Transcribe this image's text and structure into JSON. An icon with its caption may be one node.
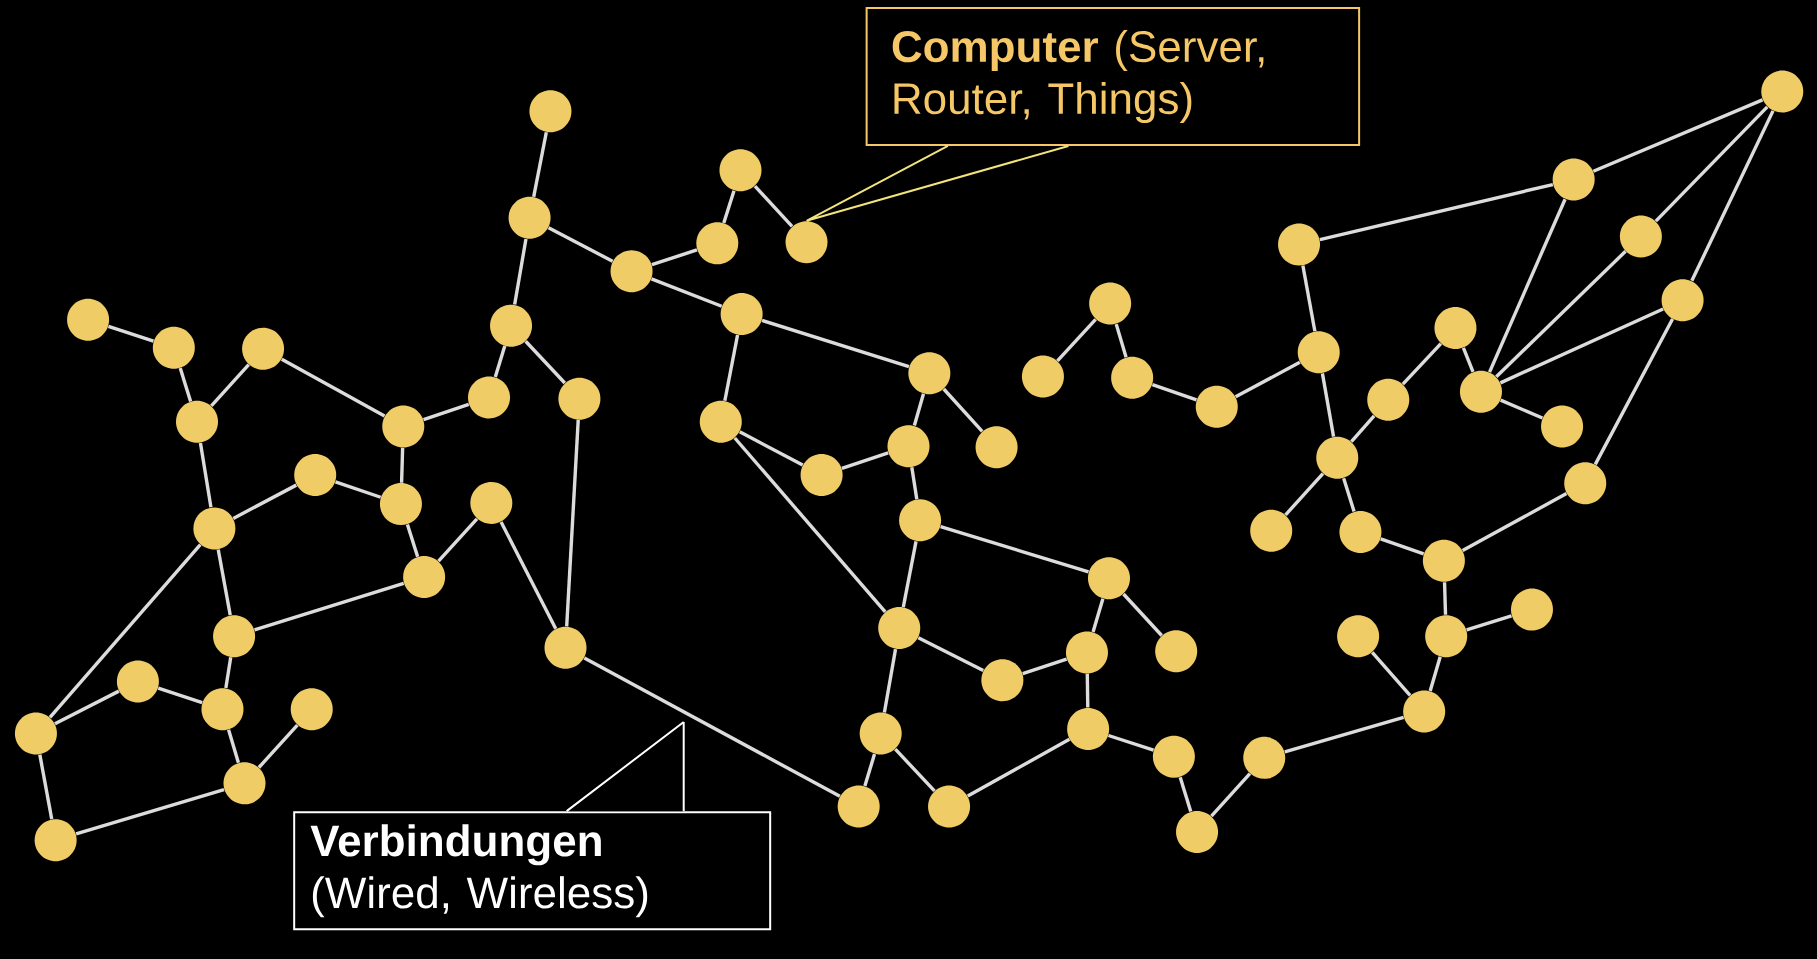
{
  "diagram": {
    "nodes": [
      {
        "text": [],
        "shape": "circle"
      },
      {
        "text": [],
        "shape": "circle"
      },
      {
        "text": [],
        "shape": "circle"
      },
      {
        "text": [],
        "shape": "circle"
      },
      {
        "text": [],
        "shape": "circle"
      },
      {
        "text": [],
        "shape": "circle"
      },
      {
        "text": [],
        "shape": "circle"
      },
      {
        "text": [],
        "shape": "circle"
      },
      {
        "text": [],
        "shape": "circle"
      },
      {
        "text": [],
        "shape": "circle"
      },
      {
        "text": [],
        "shape": "circle"
      },
      {
        "text": [],
        "shape": "circle"
      },
      {
        "text": [],
        "shape": "circle"
      },
      {
        "text": [],
        "shape": "circle"
      },
      {
        "text": [],
        "shape": "circle"
      },
      {
        "text": [],
        "shape": "circle"
      },
      {
        "text": [],
        "shape": "circle"
      },
      {
        "text": [],
        "shape": "circle"
      },
      {
        "text": [],
        "shape": "circle"
      },
      {
        "text": [],
        "shape": "circle"
      },
      {
        "text": [],
        "shape": "circle"
      },
      {
        "text": [],
        "shape": "circle"
      },
      {
        "text": [],
        "shape": "circle"
      },
      {
        "text": [],
        "shape": "circle"
      },
      {
        "text": [],
        "shape": "circle"
      },
      {
        "text": [],
        "shape": "circle"
      },
      {
        "text": [],
        "shape": "circle"
      },
      {
        "text": [],
        "shape": "circle"
      },
      {
        "text": [],
        "shape": "circle"
      },
      {
        "text": [],
        "shape": "circle"
      },
      {
        "text": [],
        "shape": "circle"
      },
      {
        "text": [],
        "shape": "circle"
      },
      {
        "text": [],
        "shape": "circle"
      },
      {
        "text": [],
        "shape": "circle"
      },
      {
        "text": [],
        "shape": "circle"
      },
      {
        "text": [],
        "shape": "circle"
      },
      {
        "text": [],
        "shape": "circle"
      },
      {
        "text": [],
        "shape": "circle"
      },
      {
        "text": [],
        "shape": "circle"
      },
      {
        "text": [],
        "shape": "circle"
      },
      {
        "text": [],
        "shape": "circle"
      },
      {
        "text": [],
        "shape": "circle"
      },
      {
        "text": [],
        "shape": "circle"
      },
      {
        "text": [],
        "shape": "circle"
      },
      {
        "text": [],
        "shape": "circle"
      },
      {
        "text": [],
        "shape": "circle"
      },
      {
        "text": [],
        "shape": "circle"
      },
      {
        "text": [],
        "shape": "circle"
      },
      {
        "text": [],
        "shape": "circle"
      },
      {
        "text": [],
        "shape": "circle"
      },
      {
        "text": [],
        "shape": "circle"
      },
      {
        "text": [],
        "shape": "circle"
      },
      {
        "text": [],
        "shape": "circle"
      },
      {
        "text": [],
        "shape": "circle"
      },
      {
        "text": [],
        "shape": "circle"
      },
      {
        "text": [],
        "shape": "circle"
      },
      {
        "text": [],
        "shape": "circle"
      },
      {
        "text": [],
        "shape": "circle"
      },
      {
        "text": [],
        "shape": "circle"
      },
      {
        "text": [],
        "shape": "circle"
      },
      {
        "text": [],
        "shape": "circle"
      },
      {
        "text": [],
        "shape": "circle"
      },
      {
        "text": [],
        "shape": "circle"
      },
      {
        "text": [],
        "shape": "circle"
      },
      {
        "text": [],
        "shape": "circle"
      },
      {
        "text": [],
        "shape": "circle"
      },
      {
        "text": [],
        "shape": "circle"
      },
      {
        "text": [],
        "shape": "circle"
      },
      {
        "text": [],
        "shape": "circle"
      },
      {
        "text": [
          "**Computer** (Server, Router, Things)"
        ]
      },
      {
        "text": [
          "**Verbindungen** (Wired, Wireless)"
        ]
      }
    ],
    "edges": [
      {
        "from": 0,
        "to": 1,
        "arrow": "none"
      },
      {
        "from": 1,
        "to": 2,
        "arrow": "none"
      },
      {
        "from": 1,
        "to": 26,
        "arrow": "none"
      },
      {
        "from": 2,
        "to": 4,
        "arrow": "none"
      },
      {
        "from": 2,
        "to": 3,
        "arrow": "none"
      },
      {
        "from": 4,
        "to": 5,
        "arrow": "none"
      },
      {
        "from": 5,
        "to": 6,
        "arrow": "none"
      },
      {
        "from": 6,
        "to": 9,
        "arrow": "none"
      },
      {
        "from": 7,
        "to": 8,
        "arrow": "none"
      },
      {
        "from": 8,
        "to": 9,
        "arrow": "none"
      },
      {
        "from": 9,
        "to": 12,
        "arrow": "none"
      },
      {
        "from": 5,
        "to": 11,
        "arrow": "none"
      },
      {
        "from": 11,
        "to": 10,
        "arrow": "none"
      },
      {
        "from": 10,
        "to": 12,
        "arrow": "none"
      },
      {
        "from": 11,
        "to": 14,
        "arrow": "none"
      },
      {
        "from": 14,
        "to": 13,
        "arrow": "none"
      },
      {
        "from": 12,
        "to": 15,
        "arrow": "none"
      },
      {
        "from": 15,
        "to": 14,
        "arrow": "none"
      },
      {
        "from": 12,
        "to": 19,
        "arrow": "none"
      },
      {
        "from": 19,
        "to": 16,
        "arrow": "none"
      },
      {
        "from": 16,
        "to": 17,
        "arrow": "none"
      },
      {
        "from": 15,
        "to": 17,
        "arrow": "none"
      },
      {
        "from": 17,
        "to": 20,
        "arrow": "none"
      },
      {
        "from": 20,
        "to": 18,
        "arrow": "none"
      },
      {
        "from": 19,
        "to": 21,
        "arrow": "none"
      },
      {
        "from": 21,
        "to": 20,
        "arrow": "none"
      },
      {
        "from": 13,
        "to": 22,
        "arrow": "none"
      },
      {
        "from": 3,
        "to": 22,
        "arrow": "none"
      },
      {
        "from": 22,
        "to": 41,
        "arrow": "none"
      },
      {
        "from": 26,
        "to": 24,
        "arrow": "none"
      },
      {
        "from": 24,
        "to": 23,
        "arrow": "none"
      },
      {
        "from": 23,
        "to": 25,
        "arrow": "none"
      },
      {
        "from": 26,
        "to": 27,
        "arrow": "none"
      },
      {
        "from": 27,
        "to": 28,
        "arrow": "none"
      },
      {
        "from": 27,
        "to": 29,
        "arrow": "none"
      },
      {
        "from": 29,
        "to": 31,
        "arrow": "none"
      },
      {
        "from": 31,
        "to": 32,
        "arrow": "none"
      },
      {
        "from": 32,
        "to": 28,
        "arrow": "none"
      },
      {
        "from": 28,
        "to": 30,
        "arrow": "none"
      },
      {
        "from": 32,
        "to": 33,
        "arrow": "none"
      },
      {
        "from": 29,
        "to": 35,
        "arrow": "none"
      },
      {
        "from": 33,
        "to": 35,
        "arrow": "none"
      },
      {
        "from": 33,
        "to": 34,
        "arrow": "none"
      },
      {
        "from": 34,
        "to": 37,
        "arrow": "none"
      },
      {
        "from": 34,
        "to": 36,
        "arrow": "none"
      },
      {
        "from": 37,
        "to": 38,
        "arrow": "none"
      },
      {
        "from": 38,
        "to": 35,
        "arrow": "none"
      },
      {
        "from": 35,
        "to": 39,
        "arrow": "none"
      },
      {
        "from": 37,
        "to": 40,
        "arrow": "none"
      },
      {
        "from": 39,
        "to": 41,
        "arrow": "none"
      },
      {
        "from": 39,
        "to": 42,
        "arrow": "none"
      },
      {
        "from": 42,
        "to": 40,
        "arrow": "none"
      },
      {
        "from": 40,
        "to": 43,
        "arrow": "none"
      },
      {
        "from": 43,
        "to": 44,
        "arrow": "none"
      },
      {
        "from": 44,
        "to": 45,
        "arrow": "none"
      },
      {
        "from": 45,
        "to": 68,
        "arrow": "none"
      },
      {
        "from": 51,
        "to": 52,
        "arrow": "none"
      },
      {
        "from": 51,
        "to": 53,
        "arrow": "none"
      },
      {
        "from": 53,
        "to": 54,
        "arrow": "none"
      },
      {
        "from": 54,
        "to": 55,
        "arrow": "none"
      },
      {
        "from": 48,
        "to": 55,
        "arrow": "none"
      },
      {
        "from": 48,
        "to": 47,
        "arrow": "none"
      },
      {
        "from": 47,
        "to": 46,
        "arrow": "none"
      },
      {
        "from": 46,
        "to": 49,
        "arrow": "none"
      },
      {
        "from": 46,
        "to": 50,
        "arrow": "none"
      },
      {
        "from": 47,
        "to": 58,
        "arrow": "none"
      },
      {
        "from": 49,
        "to": 58,
        "arrow": "none"
      },
      {
        "from": 50,
        "to": 58,
        "arrow": "none"
      },
      {
        "from": 56,
        "to": 58,
        "arrow": "none"
      },
      {
        "from": 58,
        "to": 59,
        "arrow": "none"
      },
      {
        "from": 56,
        "to": 57,
        "arrow": "none"
      },
      {
        "from": 57,
        "to": 60,
        "arrow": "none"
      },
      {
        "from": 55,
        "to": 60,
        "arrow": "none"
      },
      {
        "from": 60,
        "to": 62,
        "arrow": "none"
      },
      {
        "from": 60,
        "to": 63,
        "arrow": "none"
      },
      {
        "from": 63,
        "to": 64,
        "arrow": "none"
      },
      {
        "from": 50,
        "to": 61,
        "arrow": "none"
      },
      {
        "from": 61,
        "to": 64,
        "arrow": "none"
      },
      {
        "from": 64,
        "to": 66,
        "arrow": "none"
      },
      {
        "from": 66,
        "to": 67,
        "arrow": "none"
      },
      {
        "from": 66,
        "to": 68,
        "arrow": "none"
      },
      {
        "from": 65,
        "to": 68,
        "arrow": "none"
      },
      {
        "from": 69,
        "to": 25,
        "arrow": "none",
        "color": "#f2e37a"
      },
      {
        "from": 70,
        "to": null,
        "arrow": "none",
        "color": "#ffffff"
      }
    ]
  }
}
